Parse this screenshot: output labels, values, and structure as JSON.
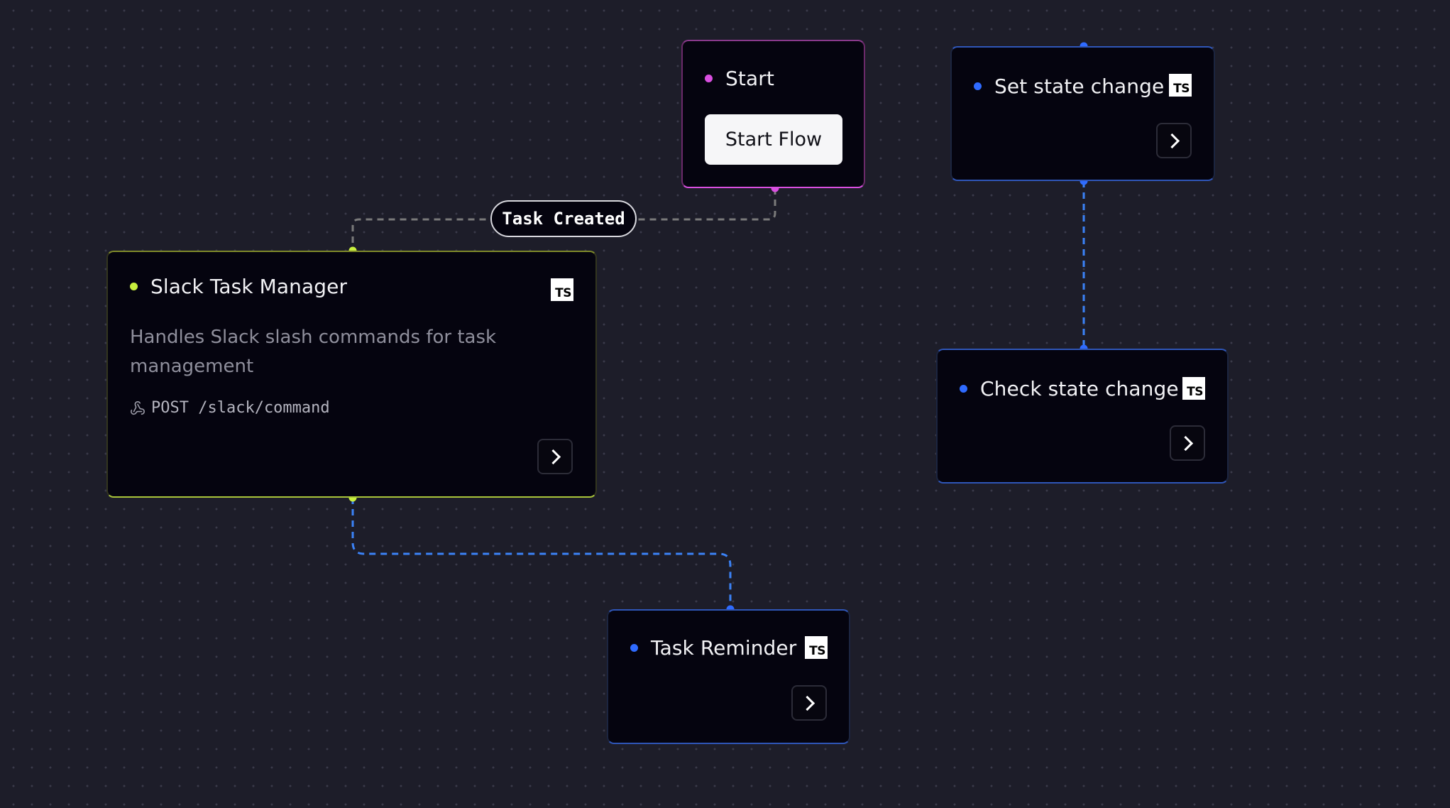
{
  "colors": {
    "canvas_bg": "#1d1d29",
    "node_bg": "#05040f",
    "start_accent": "#d94fe0",
    "api_accent": "#c8ef3e",
    "event_accent": "#2f6bff",
    "edge_default": "#7a7a7a",
    "edge_event": "#3b82f6"
  },
  "nodes": {
    "start": {
      "title": "Start",
      "button_label": "Start Flow"
    },
    "slack": {
      "title": "Slack Task Manager",
      "badge": "TS",
      "description": "Handles Slack slash commands for task management",
      "route": "POST /slack/command",
      "route_icon": "webhook-icon"
    },
    "set_state": {
      "title": "Set state change",
      "badge": "TS"
    },
    "check_state": {
      "title": "Check state change",
      "badge": "TS"
    },
    "reminder": {
      "title": "Task Reminder",
      "badge": "TS"
    }
  },
  "edges": {
    "task_created_label": "Task Created"
  },
  "icons": {
    "language_badge": "typescript-icon",
    "expand": "chevron-right-icon",
    "status": "status-dot-icon"
  }
}
